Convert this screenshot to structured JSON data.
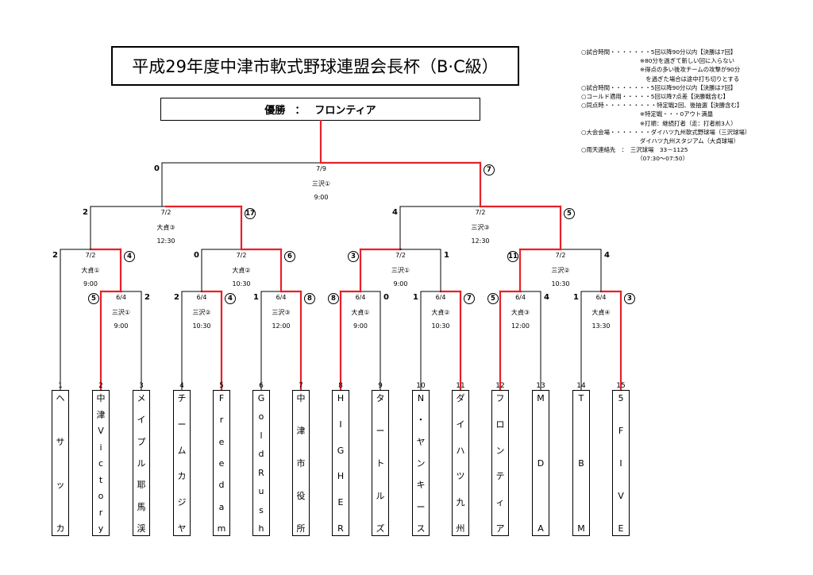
{
  "header": {
    "title": "平成29年度中津市軟式野球連盟会長杯（B·C級）",
    "winner_label": "優勝",
    "winner_sep": "：",
    "winner_name": "フロンティア"
  },
  "notes": [
    "○試合時間・・・・・・・5回以降90分以内【決勝は7回】",
    "　　　　　　　　　　※80分を過ぎて新しい回に入らない",
    "　　　　　　　　　　※得点の多い後攻チームの攻撃が90分",
    "　　　　　　　　　　　を過ぎた場合は途中打ち切りとする",
    "○試合時間・・・・・・・5回以降90分以内【決勝は7回】",
    "○コールド適用・・・・・5回以降7点差【決勝戦含む】",
    "○同点時・・・・・・・・・特定戦2回、後抽選【決勝含む】",
    "　　　　　　　　　　※特定戦・・・0アウト満塁",
    "　　　　　　　　　　※打順：継続打者（走：打者前3人）",
    "○大会会場・・・・・・・ダイハツ九州軟式野球場（三沢球場）",
    "　　　　　　　　　　ダイハツ九州スタジアム（大貞球場）",
    "○雨天連絡先　：　三沢球場　33－1125",
    "　　　　　　　　　　（07:30〜07:50）"
  ],
  "teams": [
    {
      "num": "1",
      "name": [
        "ヘ",
        "サ",
        "ッ",
        "カ"
      ]
    },
    {
      "num": "2",
      "name": [
        "中",
        "津",
        "V",
        "i",
        "c",
        "t",
        "o",
        "r",
        "y"
      ]
    },
    {
      "num": "3",
      "name": [
        "メ",
        "イ",
        "プ",
        "ル",
        "耶",
        "馬",
        "渓"
      ]
    },
    {
      "num": "4",
      "name": [
        "チ",
        "ー",
        "ム",
        "カ",
        "ジ",
        "ヤ"
      ]
    },
    {
      "num": "5",
      "name": [
        "F",
        "r",
        "e",
        "e",
        "d",
        "a",
        "m"
      ]
    },
    {
      "num": "6",
      "name": [
        "G",
        "o",
        "l",
        "d",
        "R",
        "u",
        "s",
        "h"
      ]
    },
    {
      "num": "7",
      "name": [
        "中",
        "津",
        "市",
        "役",
        "所"
      ]
    },
    {
      "num": "8",
      "name": [
        "H",
        "I",
        "G",
        "H",
        "E",
        "R"
      ]
    },
    {
      "num": "9",
      "name": [
        "タ",
        "ー",
        "ト",
        "ル",
        "ズ"
      ]
    },
    {
      "num": "10",
      "name": [
        "N",
        "・",
        "ヤ",
        "ン",
        "キ",
        "ー",
        "ス"
      ]
    },
    {
      "num": "11",
      "name": [
        "ダ",
        "イ",
        "ハ",
        "ツ",
        "九",
        "州"
      ]
    },
    {
      "num": "12",
      "name": [
        "フ",
        "ロ",
        "ン",
        "テ",
        "ィ",
        "ア"
      ]
    },
    {
      "num": "13",
      "name": [
        "M",
        "D",
        "A"
      ]
    },
    {
      "num": "14",
      "name": [
        "T",
        "B",
        "M"
      ]
    },
    {
      "num": "15",
      "name": [
        "5",
        "F",
        "I",
        "V",
        "E"
      ]
    }
  ],
  "matches": [
    {
      "id": "r1a",
      "date": "6/4",
      "venue": "三沢①",
      "time": "9:00",
      "left_score": "5",
      "right_score": "2",
      "winner": "left"
    },
    {
      "id": "r1b",
      "date": "6/4",
      "venue": "三沢②",
      "time": "10:30",
      "left_score": "2",
      "right_score": "4",
      "winner": "right"
    },
    {
      "id": "r1c",
      "date": "6/4",
      "venue": "三沢③",
      "time": "12:00",
      "left_score": "1",
      "right_score": "8",
      "winner": "right"
    },
    {
      "id": "r1d",
      "date": "6/4",
      "venue": "大貞①",
      "time": "9:00",
      "left_score": "8",
      "right_score": "0",
      "winner": "left"
    },
    {
      "id": "r1e",
      "date": "6/4",
      "venue": "大貞②",
      "time": "10:30",
      "left_score": "1",
      "right_score": "7",
      "winner": "right"
    },
    {
      "id": "r1f",
      "date": "6/4",
      "venue": "大貞③",
      "time": "12:00",
      "left_score": "5",
      "right_score": "4",
      "winner": "left"
    },
    {
      "id": "r1g",
      "date": "6/4",
      "venue": "大貞④",
      "time": "13:30",
      "left_score": "1",
      "right_score": "3",
      "winner": "right"
    },
    {
      "id": "r2a",
      "date": "7/2",
      "venue": "大貞①",
      "time": "9:00",
      "left_score": "2",
      "right_score": "4",
      "winner": "right"
    },
    {
      "id": "r2b",
      "date": "7/2",
      "venue": "大貞②",
      "time": "10:30",
      "left_score": "0",
      "right_score": "6",
      "winner": "right"
    },
    {
      "id": "r2c",
      "date": "7/2",
      "venue": "三沢①",
      "time": "9:00",
      "left_score": "3",
      "right_score": "1",
      "winner": "left"
    },
    {
      "id": "r2d",
      "date": "7/2",
      "venue": "三沢②",
      "time": "10:30",
      "left_score": "11",
      "right_score": "4",
      "winner": "left"
    },
    {
      "id": "sfa",
      "date": "7/2",
      "venue": "大貞③",
      "time": "12:30",
      "left_score": "2",
      "right_score": "17",
      "winner": "right"
    },
    {
      "id": "sfb",
      "date": "7/2",
      "venue": "三沢③",
      "time": "12:30",
      "left_score": "4",
      "right_score": "5",
      "winner": "right"
    },
    {
      "id": "final",
      "date": "7/9",
      "venue": "三沢①",
      "time": "9:00",
      "left_score": "0",
      "right_score": "7",
      "winner": "right"
    }
  ],
  "colors": {
    "winner_line": "#e8202a",
    "loser_line": "#000000"
  }
}
